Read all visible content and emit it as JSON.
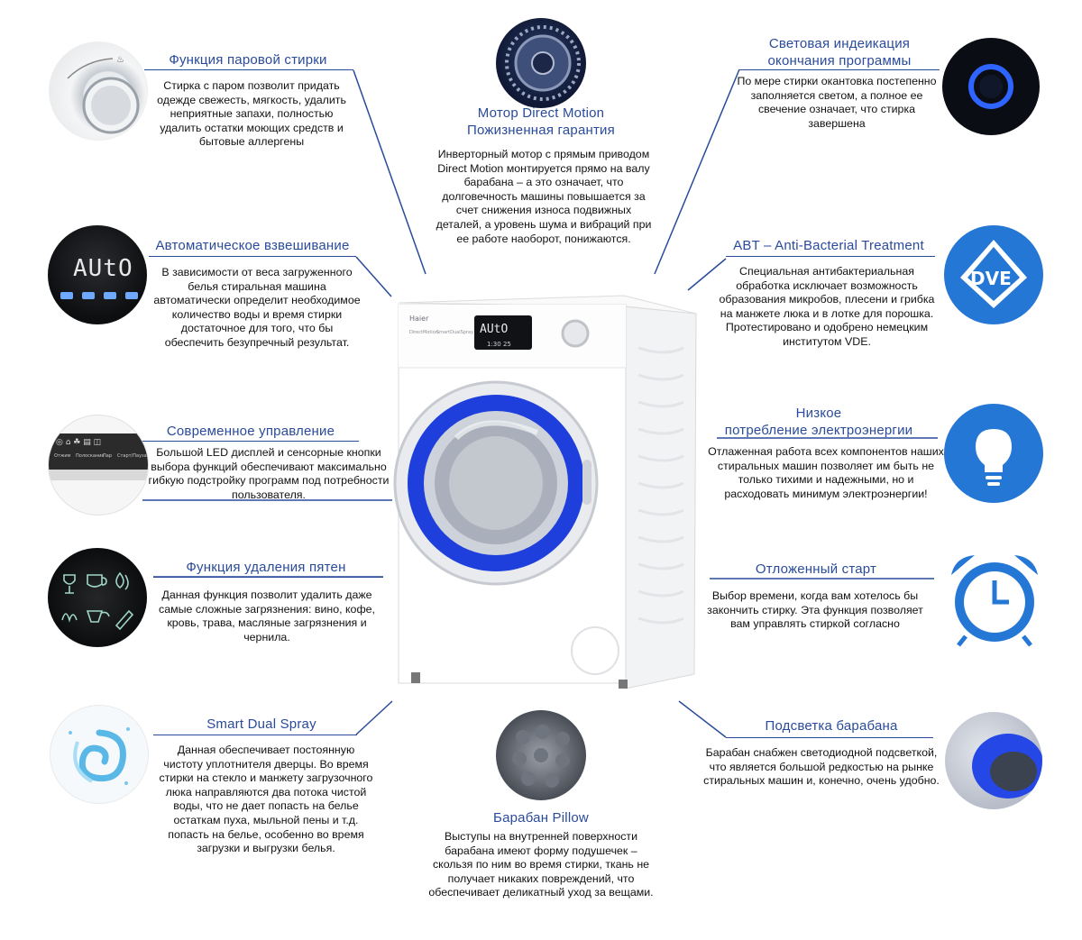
{
  "features": [
    {
      "id": "steam",
      "title": "Функция паровой стирки",
      "desc": "Стирка с паром позволит придать одежде свежесть, мягкость, удалить неприятные запахи, полностью удалить остатки моющих средств и бытовые аллергены",
      "icon": "steam-knob-icon"
    },
    {
      "id": "motor",
      "title": "Мотор Direct Motion\nПожизненная гарантия",
      "desc": "Инверторный мотор с прямым приводом Direct Motion монтируется прямо на валу барабана – а это означает, что долговечность машины повышается за счет снижения износа подвижных деталей, а уровень шума и вибраций при ее работе наоборот, понижаются.",
      "icon": "motor-icon"
    },
    {
      "id": "light",
      "title": "Световая индеикация\nокончания программы",
      "desc": "По мере стирки окантовка постепенно заполняется светом, а полное ее свечение означает, что стирка завершена",
      "icon": "door-light-icon"
    },
    {
      "id": "weigh",
      "title": "Автоматическое взвешивание",
      "desc": "В зависимости от веса загруженного белья стиральная машина автоматически определит необходимое количество воды и время стирки достаточное для того, что бы обеспечить безупречный результат.",
      "icon": "auto-display-icon",
      "display": "AUtO"
    },
    {
      "id": "abt",
      "title": "ABT – Anti-Bacterial Treatment",
      "desc": "Специальная антибактериальная обработка исключает возможность образования микробов, плесени и грибка на манжете люка и в лотке для порошка. Протестировано и одобрено немецким институтом VDE.",
      "icon": "vde-icon",
      "badge": "DVE"
    },
    {
      "id": "control",
      "title": "Современное управление",
      "desc": "Большой LED дисплей и сенсорные кнопки выбора функций обеспечивают максимально гибкую подстройку программ под потребности пользователя.",
      "icon": "control-panel-icon",
      "labels": [
        "Отжим",
        "Полоскание",
        "Пар",
        "Старт/Пауза"
      ]
    },
    {
      "id": "energy",
      "title": "Низкое\nпотребление электроэнергии",
      "desc": "Отлаженная работа всех компонентов наших стиральных машин позволяет им быть не только тихими и надежными, но и расходовать минимум электроэнергии!",
      "icon": "lightbulb-icon"
    },
    {
      "id": "stain",
      "title": "Функция удаления пятен",
      "desc": "Данная функция позволит удалить даже самые сложные загрязнения: вино, кофе, кровь, трава, масляные загрязнения и чернила.",
      "icon": "stain-icons"
    },
    {
      "id": "delay",
      "title": "Отложенный старт",
      "desc": "Выбор времени, когда вам хотелось бы закончить стирку. Эта функция позволяет вам управлять стиркой согласно",
      "icon": "alarm-clock-icon"
    },
    {
      "id": "spray",
      "title": "Smart Dual Spray",
      "desc": "Данная обеспечивает постоянную чистоту уплотнителя дверцы. Во время стирки на стекло и манжету загрузочного люка направляются два потока чистой воды, что не дает попасть на белье остаткам пуха, мыльной пены и т.д. попасть на белье, особенно во время загрузки и выгрузки белья.",
      "icon": "water-swirl-icon"
    },
    {
      "id": "pillow",
      "title": "Барабан Pillow",
      "desc": "Выступы на внутренней поверхности барабана имеют форму подушечек – скользя по ним во время стирки, ткань не получает никаких повреждений, что обеспечивает деликатный уход за вещами.",
      "icon": "pillow-drum-icon"
    },
    {
      "id": "drumlight",
      "title": "Подсветка барабана",
      "desc": "Барабан снабжен светодиодной подсветкой, что является большой редкостью на рынке стиральных машин и, конечно, очень удобно.",
      "icon": "drum-light-icon"
    }
  ],
  "machine": {
    "brand": "Haier",
    "display": "AUtO",
    "time": "1:30 25",
    "door_label": "",
    "labels": [
      "DirectMotion",
      "SmartDualSpray"
    ]
  },
  "colors": {
    "accent": "#2a4b9b",
    "badge": "#1e64c8",
    "drum_blue": "#1d3fe0"
  }
}
